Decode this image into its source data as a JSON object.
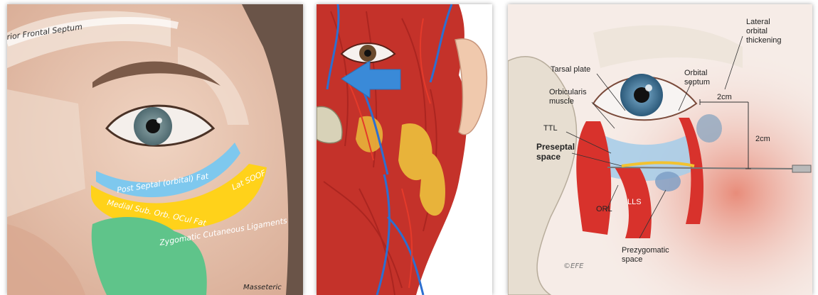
{
  "panels": {
    "face_fat_compartments": {
      "labels": {
        "frontal_septum": "rior Frontal Septum",
        "post_septal_fat": "Post Septal (orbital) Fat",
        "lat_soof": "Lat SOOF",
        "medial_sub_orb": "Medial Sub. Orb. OCul Fat",
        "zygomatic_lig": "Zygomatic Cutaneous Ligaments",
        "masseteric": "Masseteric"
      },
      "colors": {
        "post_septal": "#7ec8ee",
        "soof": "#ffd21a",
        "zygomatic": "#5fc48a"
      }
    },
    "facial_musculature": {
      "arrow_color": "#3a8ad8"
    },
    "orbital_anatomy": {
      "labels": {
        "lateral_orbital_thickening": [
          "Lateral",
          "orbital",
          "thickening"
        ],
        "tarsal_plate": "Tarsal plate",
        "orbital_septum": [
          "Orbital",
          "septum"
        ],
        "orbicularis_muscle": [
          "Orbicularis",
          "muscle"
        ],
        "dist_2cm_horizontal": "2cm",
        "dist_2cm_vertical": "2cm",
        "ttl": "TTL",
        "preseptal_space": [
          "Preseptal",
          "space"
        ],
        "orl": "ORL",
        "lls": "LLS",
        "prezygomatic_space": [
          "Prezygomatic",
          "space"
        ],
        "signature": "©EFE"
      }
    }
  }
}
